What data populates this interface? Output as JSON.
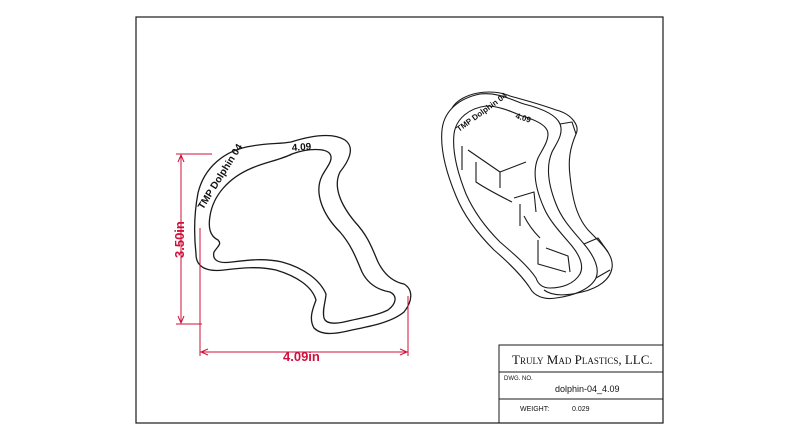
{
  "drawing": {
    "width_dimension": "4.09in",
    "height_dimension": "3.50in",
    "engraving_text": "TMP Dolphin 04",
    "engraving_size": "4.09",
    "iso_engraving_text": "TMP Dolphin 04",
    "iso_engraving_size": "4.09"
  },
  "title_block": {
    "company": "Truly Mad Plastics, LLC.",
    "dwg_no_label": "DWG. NO.",
    "dwg_no_value": "dolphin-04_4.09",
    "weight_label": "WEIGHT:",
    "weight_value": "0.029"
  },
  "colors": {
    "line": "#1a1a1a",
    "dimension": "#d0103a",
    "background": "#ffffff"
  }
}
